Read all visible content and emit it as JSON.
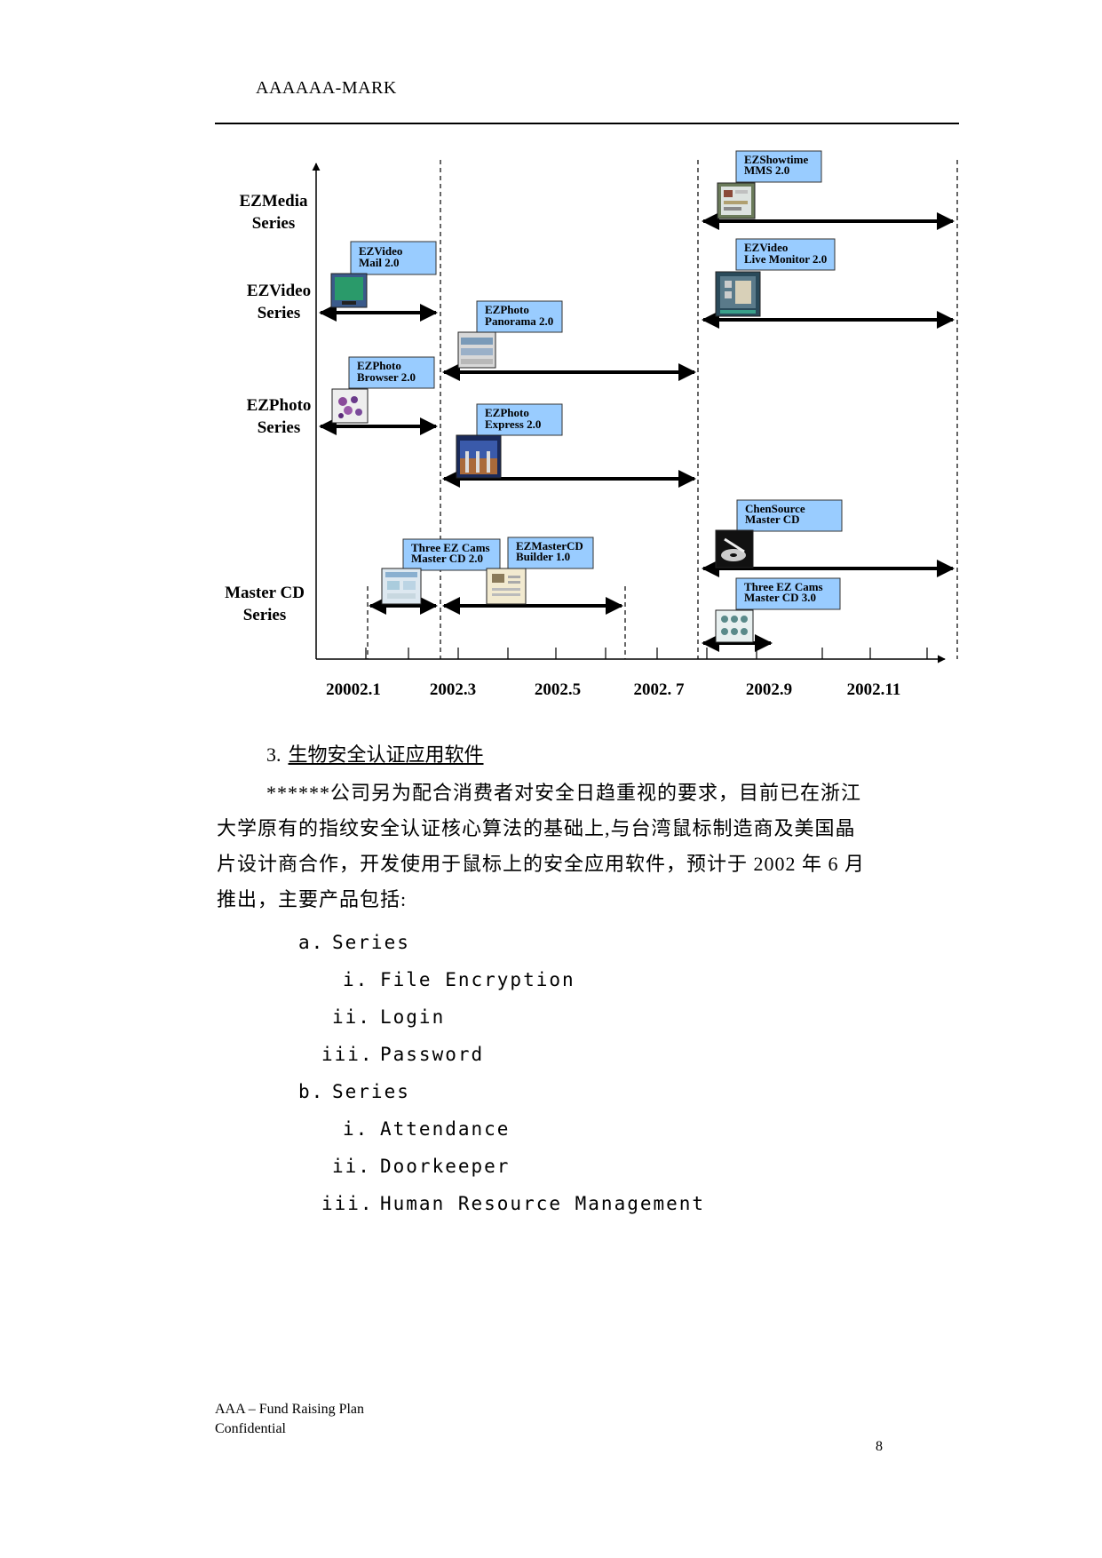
{
  "header": {
    "title": "AAAAAA-MARK"
  },
  "timeline": {
    "series": [
      {
        "label": [
          "EZMedia",
          "Series"
        ]
      },
      {
        "label": [
          "EZVideo",
          "Series"
        ]
      },
      {
        "label": [
          "EZPhoto",
          "Series"
        ]
      },
      {
        "label": [
          "Master CD",
          "Series"
        ]
      }
    ],
    "x_ticks": [
      "20002.1",
      "2002.3",
      "2002.5",
      "2002. 7",
      "2002.9",
      "2002.11"
    ],
    "products": [
      {
        "lines": [
          "EZShowtime",
          "MMS 2.0"
        ]
      },
      {
        "lines": [
          "EZVideo",
          "Mail 2.0"
        ]
      },
      {
        "lines": [
          "EZVideo",
          "Live Monitor 2.0"
        ]
      },
      {
        "lines": [
          "EZPhoto",
          "Panorama 2.0"
        ]
      },
      {
        "lines": [
          "EZPhoto",
          "Browser 2.0"
        ]
      },
      {
        "lines": [
          "EZPhoto",
          "Express 2.0"
        ]
      },
      {
        "lines": [
          "ChenSource",
          "Master CD"
        ]
      },
      {
        "lines": [
          "Three EZ Cams",
          "Master CD 2.0"
        ]
      },
      {
        "lines": [
          "EZMasterCD",
          "Builder 1.0"
        ]
      },
      {
        "lines": [
          "Three EZ Cams",
          "Master CD 3.0"
        ]
      }
    ],
    "colors": {
      "box_fill": "#99ccff",
      "box_stroke": "#333333"
    }
  },
  "section": {
    "number": "3.",
    "title": "生物安全认证应用软件",
    "paragraph_lines": [
      "******公司另为配合消费者对安全日趋重视的要求，目前已在浙江",
      "大学原有的指纹安全认证核心算法的基础上,与台湾鼠标制造商及美国晶",
      "片设计商合作，开发使用于鼠标上的安全应用软件，预计于 2002 年 6 月",
      "推出，主要产品包括:"
    ],
    "list": [
      {
        "marker": "a.",
        "text": "Series",
        "items": [
          {
            "marker": "i.",
            "text": "File Encryption"
          },
          {
            "marker": "ii.",
            "text": "Login"
          },
          {
            "marker": "iii.",
            "text": "Password"
          }
        ]
      },
      {
        "marker": "b.",
        "text": "Series",
        "items": [
          {
            "marker": "i.",
            "text": "Attendance"
          },
          {
            "marker": "ii.",
            "text": "Doorkeeper"
          },
          {
            "marker": "iii.",
            "text": "Human Resource Management"
          }
        ]
      }
    ]
  },
  "footer": {
    "line1": "AAA – Fund Raising Plan",
    "line2": "Confidential",
    "page_number": "8"
  }
}
